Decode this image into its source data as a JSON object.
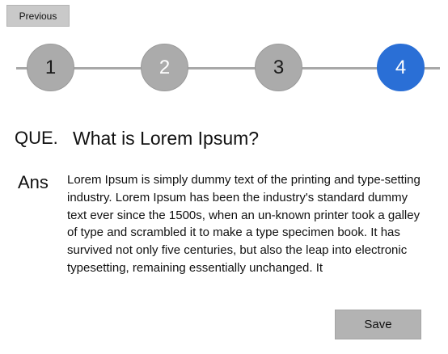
{
  "nav": {
    "previous_label": "Previous"
  },
  "stepper": {
    "steps": [
      {
        "label": "1",
        "state": "inactive"
      },
      {
        "label": "2",
        "state": "inactive"
      },
      {
        "label": "3",
        "state": "inactive"
      },
      {
        "label": "4",
        "state": "active"
      }
    ],
    "active_color": "#2a6fd6",
    "inactive_color": "#ababab"
  },
  "question": {
    "prefix": "QUE.",
    "text": "What is Lorem Ipsum?"
  },
  "answer": {
    "prefix": "Ans",
    "text": "Lorem Ipsum is simply dummy text of the printing and type-setting industry. Lorem Ipsum has been the industry's standard dummy text ever since the 1500s, when an un-known printer took a galley of type and scrambled it to make a type specimen book. It has survived not only five centuries, but also the leap into electronic typesetting, remaining essentially unchanged. It"
  },
  "actions": {
    "save_label": "Save"
  }
}
